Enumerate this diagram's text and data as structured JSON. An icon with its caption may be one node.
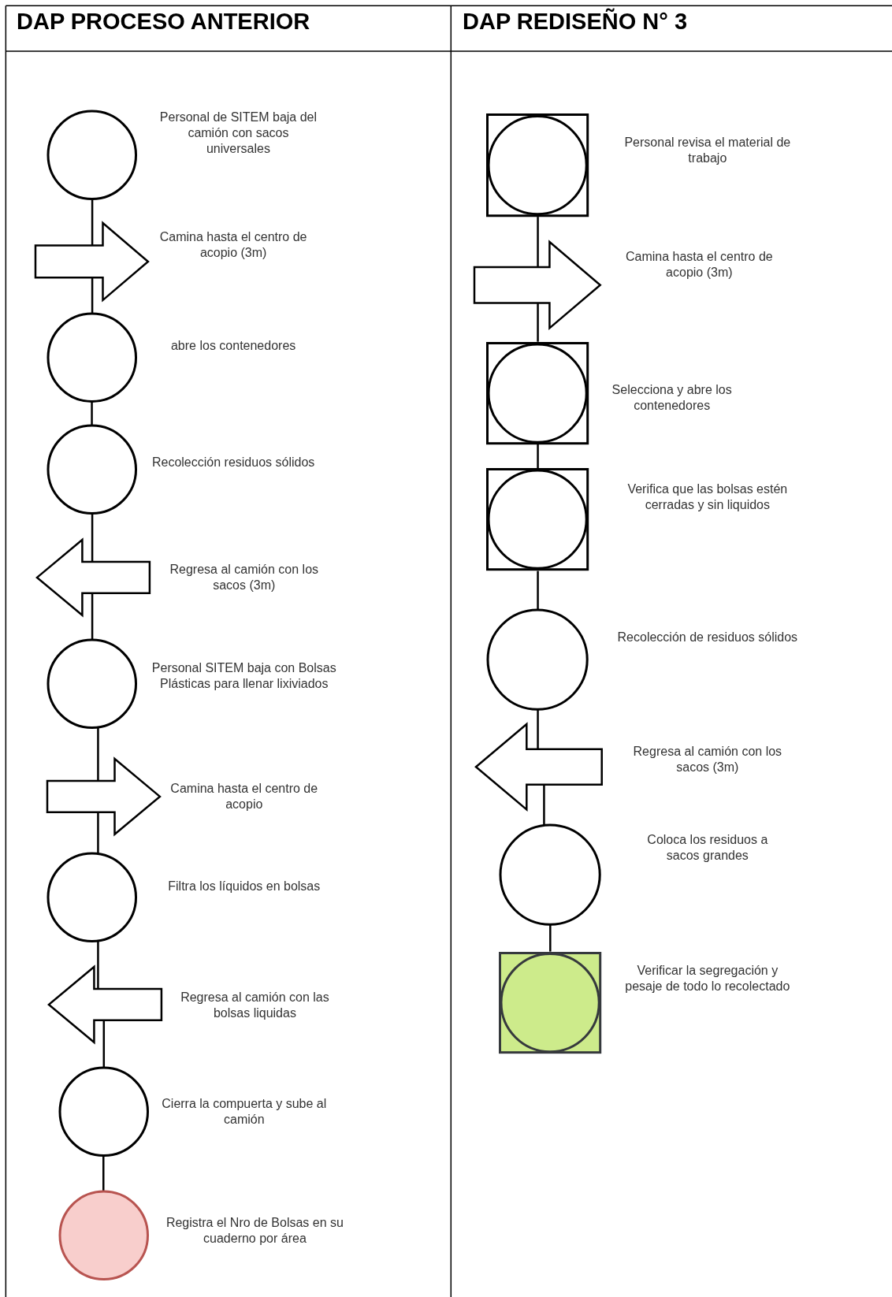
{
  "diagram": {
    "nodes": [
      {
        "text": [],
        "shape": "circle",
        "beside": [
          "Personal de SITEM baja del camión con sacos universales"
        ]
      },
      {
        "text": [],
        "shape": "arrow",
        "beside": [
          "Camina hasta el centro de acopio (3m)"
        ]
      },
      {
        "text": [],
        "shape": "circle",
        "beside": [
          "abre los contenedores"
        ]
      },
      {
        "text": [],
        "shape": "circle",
        "beside": [
          "Recolección residuos sólidos"
        ]
      },
      {
        "text": [],
        "shape": "arrow",
        "beside": [
          "Regresa al camión con los sacos (3m)"
        ]
      },
      {
        "text": [],
        "shape": "circle",
        "beside": [
          "Personal SITEM baja con Bolsas Plásticas para llenar lixiviados"
        ]
      },
      {
        "text": [],
        "shape": "arrow",
        "beside": [
          "Camina hasta el centro de acopio"
        ]
      },
      {
        "text": [],
        "shape": "circle",
        "beside": [
          "Filtra los líquidos en bolsas"
        ]
      },
      {
        "text": [],
        "shape": "arrow",
        "beside": [
          "Regresa al camión con las bolsas liquidas"
        ]
      },
      {
        "text": [],
        "shape": "circle",
        "beside": [
          "Cierra la compuerta y sube al camión"
        ]
      },
      {
        "text": [],
        "shape": "circle",
        "beside": [
          "Registra el Nro de Bolsas en su cuaderno por área"
        ]
      },
      {
        "text": [],
        "shape": "box",
        "beside": [
          "Personal revisa el material de trabajo"
        ]
      },
      {
        "text": [],
        "shape": "arrow",
        "beside": [
          "Camina hasta el centro de acopio (3m)"
        ]
      },
      {
        "text": [],
        "shape": "box",
        "beside": [
          "Selecciona y abre los contenedores"
        ]
      },
      {
        "text": [],
        "shape": "box",
        "beside": [
          "Verifica que las bolsas estén cerradas y sin liquidos"
        ]
      },
      {
        "text": [],
        "shape": "circle",
        "beside": [
          "Recolección de residuos sólidos"
        ]
      },
      {
        "text": [],
        "shape": "arrow",
        "beside": [
          "Regresa al camión con los sacos (3m)"
        ]
      },
      {
        "text": [],
        "shape": "circle",
        "beside": [
          "Coloca los residuos a sacos grandes"
        ]
      },
      {
        "text": [],
        "shape": "box",
        "beside": [
          "Verificar la segregación y pesaje de todo lo recolectado"
        ]
      }
    ],
    "edges": [
      {
        "from": 0,
        "to": 1,
        "arrow": "none"
      },
      {
        "from": 1,
        "to": 2,
        "arrow": "none"
      },
      {
        "from": 2,
        "to": 3,
        "arrow": "none"
      },
      {
        "from": 3,
        "to": 4,
        "arrow": "none"
      },
      {
        "from": 4,
        "to": 5,
        "arrow": "none"
      },
      {
        "from": 5,
        "to": 6,
        "arrow": "none"
      },
      {
        "from": 6,
        "to": 7,
        "arrow": "none"
      },
      {
        "from": 7,
        "to": 8,
        "arrow": "none"
      },
      {
        "from": 8,
        "to": 9,
        "arrow": "none"
      },
      {
        "from": 9,
        "to": 10,
        "arrow": "none"
      },
      {
        "from": 11,
        "to": 12,
        "arrow": "none"
      },
      {
        "from": 12,
        "to": 13,
        "arrow": "none"
      },
      {
        "from": 13,
        "to": 14,
        "arrow": "none"
      },
      {
        "from": 14,
        "to": 15,
        "arrow": "none"
      },
      {
        "from": 15,
        "to": 16,
        "arrow": "none"
      },
      {
        "from": 16,
        "to": 17,
        "arrow": "none"
      },
      {
        "from": 17,
        "to": 18,
        "arrow": "none"
      }
    ],
    "labels": [
      "DAP PROCESO ANTERIOR",
      "DAP REDISEÑO N° 3"
    ]
  }
}
